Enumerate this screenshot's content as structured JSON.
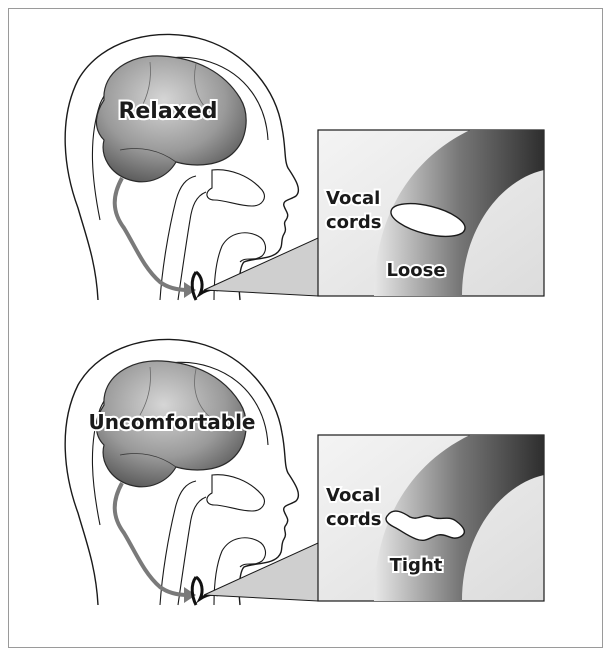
{
  "panels": [
    {
      "brain_label": "Relaxed",
      "vocal_label_line1": "Vocal",
      "vocal_label_line2": "cords",
      "state_label": "Loose"
    },
    {
      "brain_label": "Uncomfortable",
      "vocal_label_line1": "Vocal",
      "vocal_label_line2": "cords",
      "state_label": "Tight"
    }
  ],
  "colors": {
    "frame_border": "#9a9a9a",
    "arrow": "#7a7a7a",
    "outline": "#1a1a1a",
    "brain_dark": "#555555",
    "brain_light": "#cfcfcf"
  },
  "icons": {
    "head": "head-profile-outline",
    "brain": "brain-shape",
    "larynx": "larynx-icon",
    "callout": "vocal-cords-zoom-callout"
  }
}
